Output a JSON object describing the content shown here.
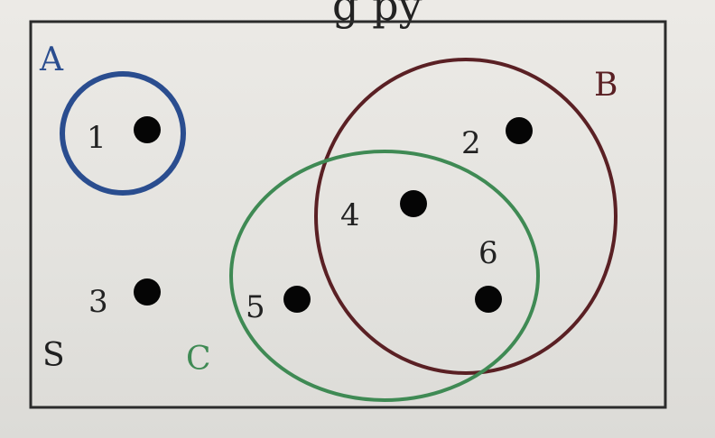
{
  "diagram": {
    "header_fragment": "g     py",
    "sets": {
      "S": {
        "label": "S",
        "color": "#1f1f1f"
      },
      "A": {
        "label": "A",
        "color": "#2a4d8f"
      },
      "B": {
        "label": "B",
        "color": "#5a2024"
      },
      "C": {
        "label": "C",
        "color": "#3f8a54"
      }
    },
    "elements": [
      {
        "label": "1"
      },
      {
        "label": "2"
      },
      {
        "label": "3"
      },
      {
        "label": "4"
      },
      {
        "label": "5"
      },
      {
        "label": "6"
      }
    ]
  }
}
